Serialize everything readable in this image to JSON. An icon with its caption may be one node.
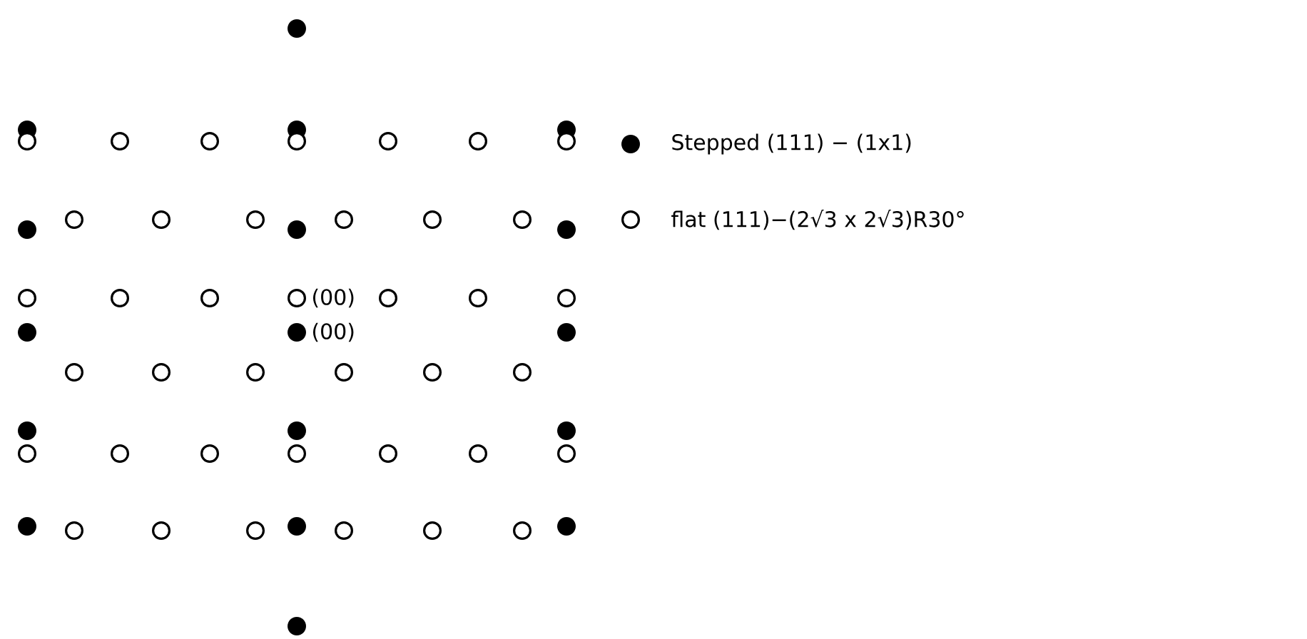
{
  "diagram": {
    "labels": [
      "(00)",
      "(00)"
    ],
    "legend": [
      {
        "text": "Stepped (111) − (1x1)"
      },
      {
        "text": "flat (111)−(2√3 x 2√3)R30°"
      }
    ]
  }
}
